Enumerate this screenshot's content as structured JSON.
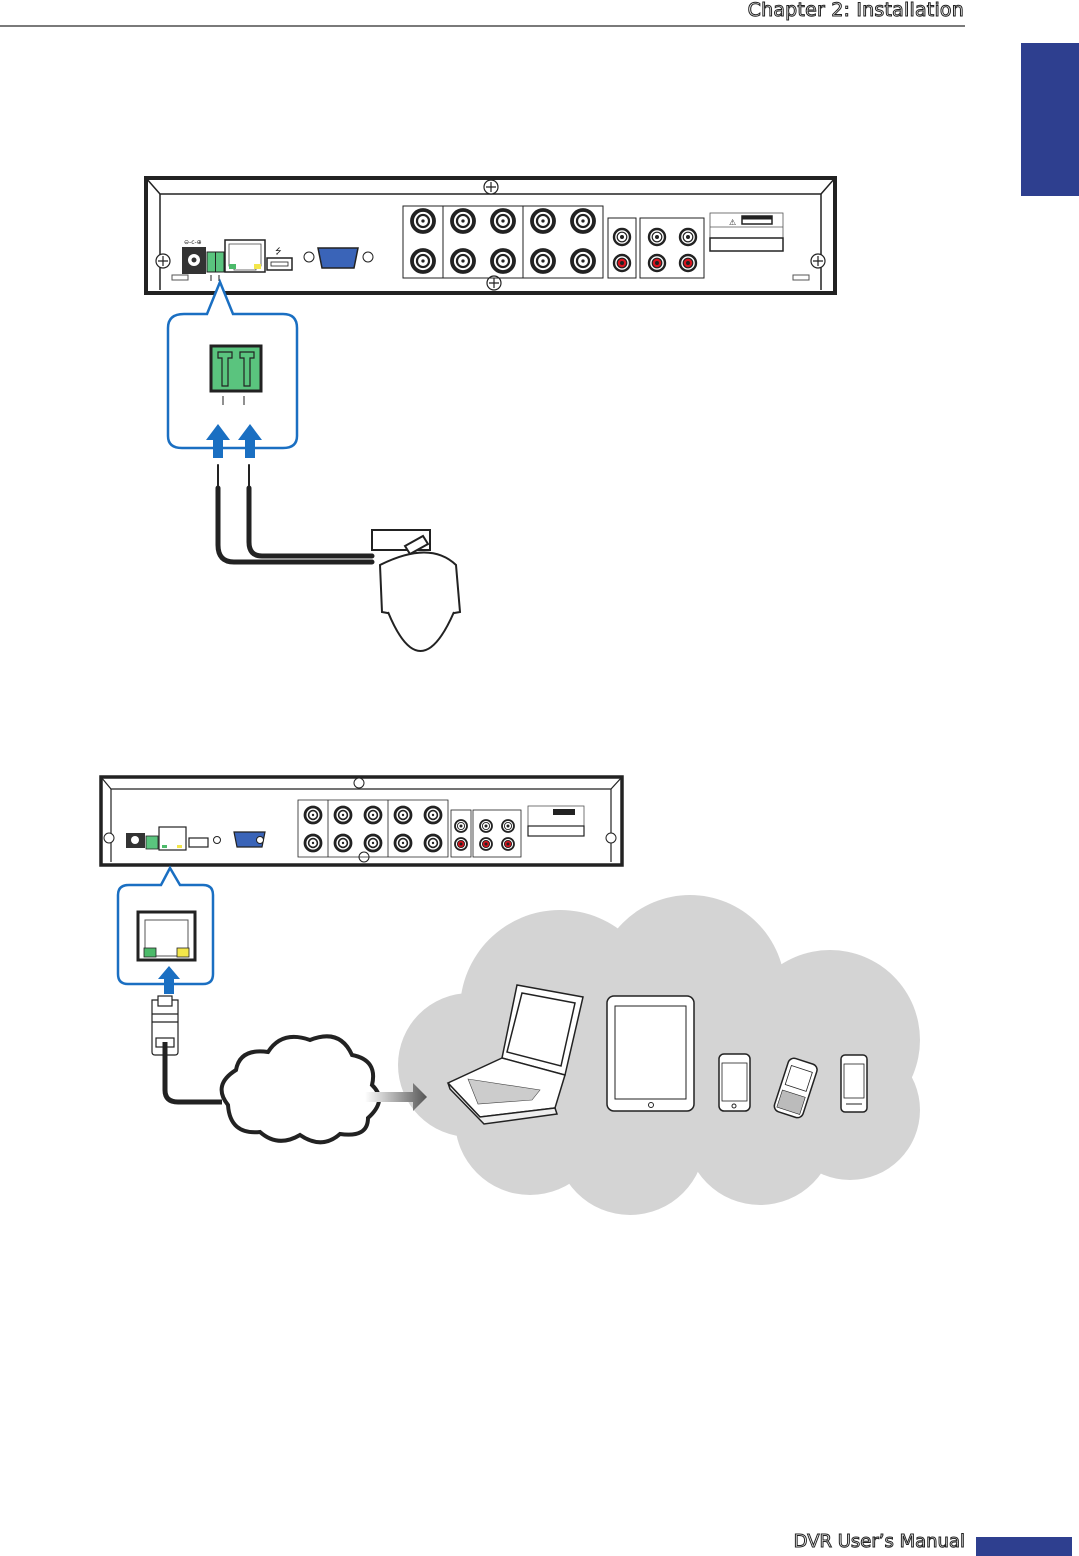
{
  "header": {
    "chapter_title": "Chapter 2: Installation"
  },
  "footer": {
    "manual_title": "DVR User’s Manual"
  },
  "colors": {
    "accent_blue": "#2e3f8f",
    "callout_blue": "#1a6fc2",
    "terminal_green": "#5ac47e",
    "led_green": "#4cba6a",
    "led_yellow": "#f3e64a",
    "vga_blue": "#3a64b8",
    "rca_red": "#d9141e",
    "cloud_gray": "#d4d4d4"
  },
  "diagrams": [
    {
      "name": "ptz-camera-connection",
      "device": "DVR rear panel",
      "callout": "RS-485 terminal block",
      "peripheral": "PTZ dome camera"
    },
    {
      "name": "network-connection",
      "device": "DVR rear panel",
      "callout": "LAN (RJ-45) port",
      "link": "Internet",
      "clients": [
        "laptop",
        "tablet",
        "smartphone",
        "qwerty-phone",
        "smartphone"
      ]
    }
  ]
}
